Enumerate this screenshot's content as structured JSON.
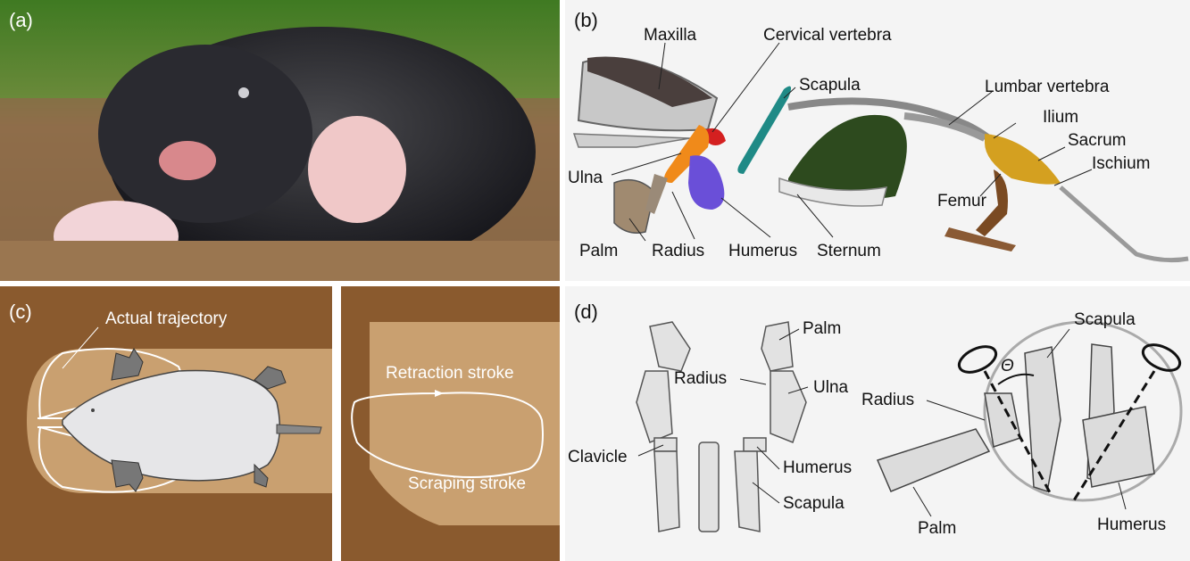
{
  "panels": {
    "a": {
      "label": "(a)"
    },
    "b": {
      "label": "(b)",
      "labels": {
        "maxilla": "Maxilla",
        "cervical": "Cervical vertebra",
        "scapula": "Scapula",
        "lumbar": "Lumbar vertebra",
        "ilium": "Ilium",
        "sacrum": "Sacrum",
        "ischium": "Ischium",
        "ulna": "Ulna",
        "femur": "Femur",
        "palm": "Palm",
        "radius": "Radius",
        "humerus": "Humerus",
        "sternum": "Sternum"
      },
      "colors": {
        "maxilla": "#4a3f3d",
        "cervical": "#d42020",
        "scapula": "#1f8a86",
        "humerus": "#6a4fd8",
        "ulna": "#f08a1a",
        "ribs": "#2d4a1e",
        "sacrum": "#d4a020",
        "femur": "#7a4a22"
      }
    },
    "c": {
      "label": "(c)",
      "labels": {
        "trajectory": "Actual trajectory",
        "retraction": "Retraction stroke",
        "scraping": "Scraping stroke"
      },
      "colors": {
        "soil_dark": "#8a5a2e",
        "soil_light": "#c9a070"
      }
    },
    "d": {
      "label": "(d)",
      "labels": {
        "palm_left": "Palm",
        "radius_left": "Radius",
        "ulna": "Ulna",
        "clavicle": "Clavicle",
        "humerus_left": "Humerus",
        "scapula_left": "Scapula",
        "scapula_right": "Scapula",
        "theta": "Θ",
        "radius_right": "Radius",
        "palm_right": "Palm",
        "humerus_right": "Humerus"
      }
    }
  }
}
